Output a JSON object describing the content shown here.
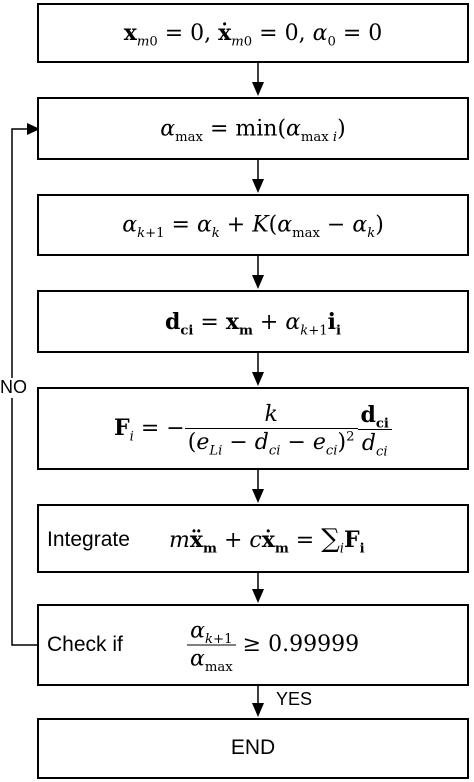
{
  "loop": {
    "no_label": "NO",
    "yes_label": "YES"
  },
  "steps": {
    "integrate_label": "Integrate",
    "check_label": "Check if",
    "end_label": "END",
    "check_threshold": "0.99999"
  }
}
